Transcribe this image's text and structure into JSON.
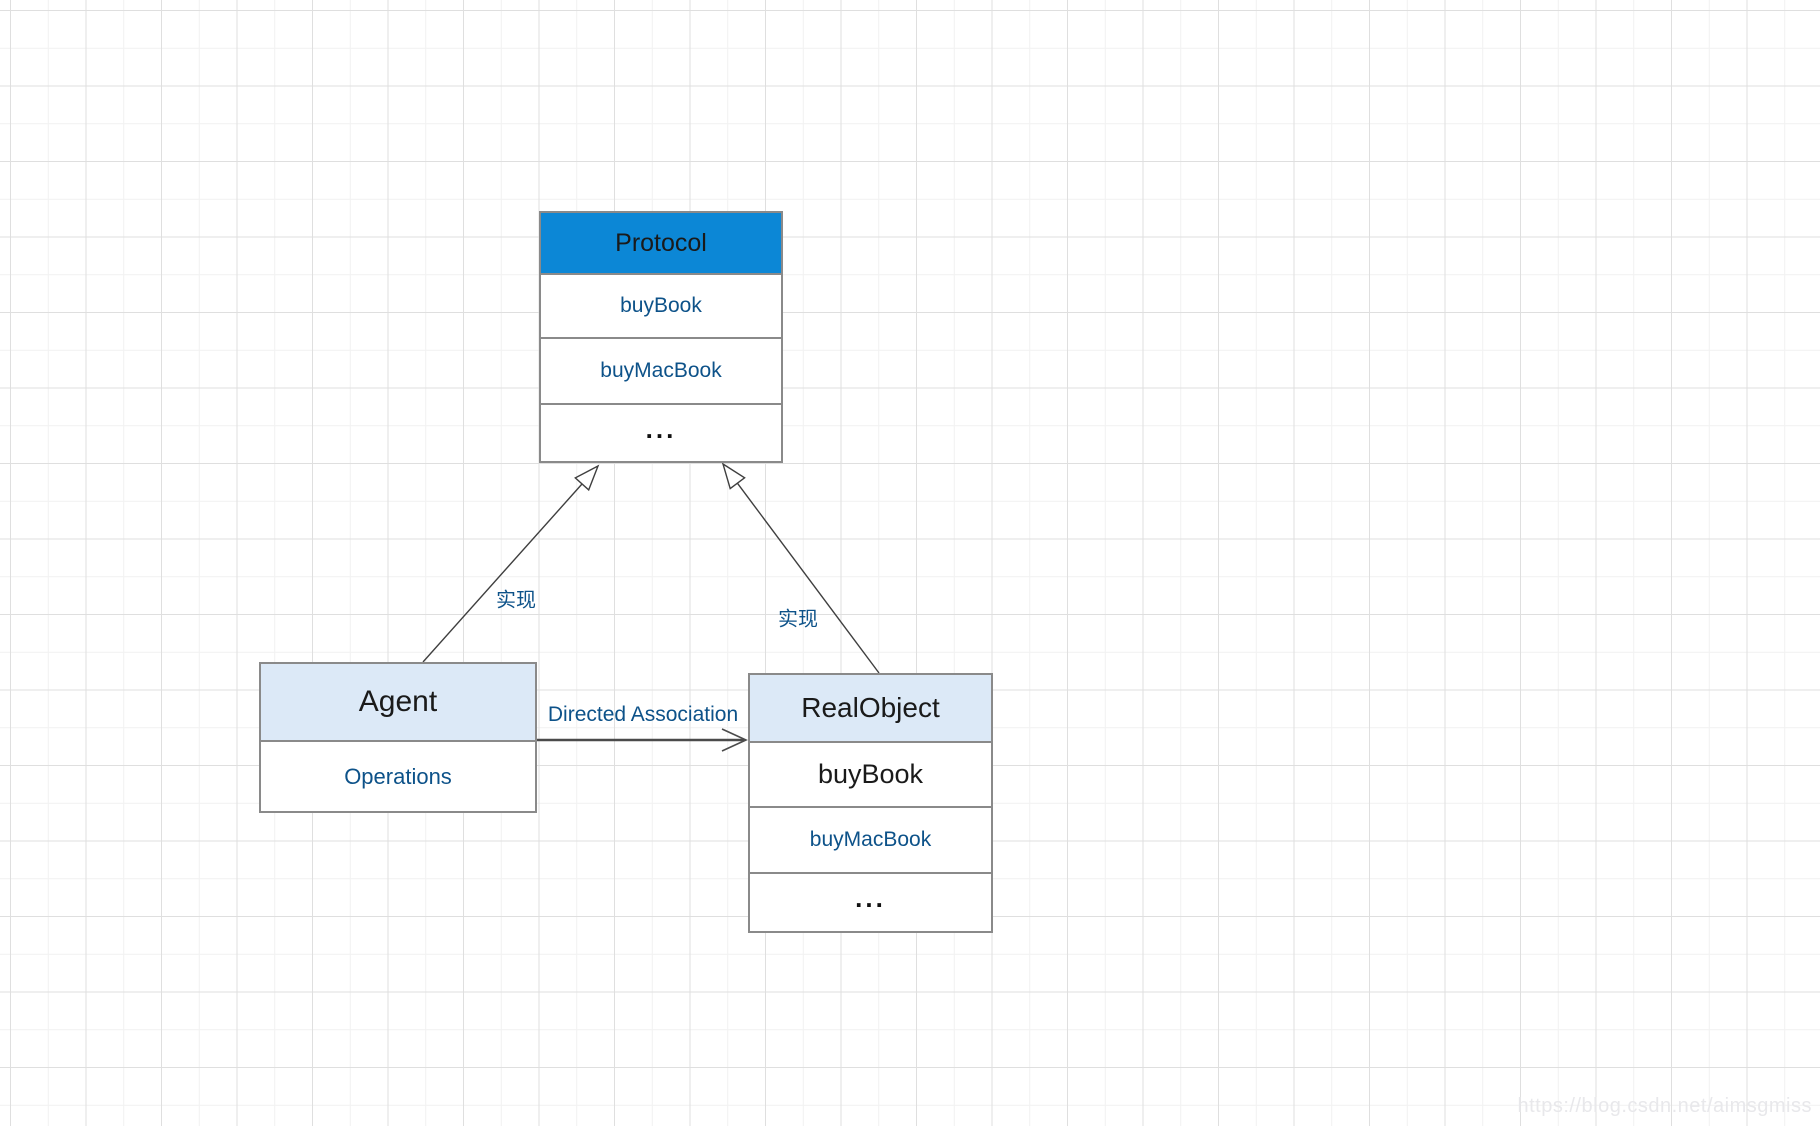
{
  "diagram": {
    "classes": [
      {
        "id": "protocol",
        "title": "Protocol",
        "header_style": "blue",
        "rows": [
          {
            "text": "buyBook",
            "color": "blue"
          },
          {
            "text": "buyMacBook",
            "color": "blue"
          },
          {
            "text": "...",
            "color": "black"
          }
        ]
      },
      {
        "id": "agent",
        "title": "Agent",
        "header_style": "light",
        "rows": [
          {
            "text": "Operations",
            "color": "blue"
          }
        ]
      },
      {
        "id": "realobject",
        "title": "RealObject",
        "header_style": "light",
        "rows": [
          {
            "text": "buyBook",
            "color": "black"
          },
          {
            "text": "buyMacBook",
            "color": "blue"
          },
          {
            "text": "...",
            "color": "black"
          }
        ]
      }
    ],
    "edges": [
      {
        "type": "realization",
        "from": "Agent",
        "to": "Protocol",
        "label": "实现"
      },
      {
        "type": "realization",
        "from": "RealObject",
        "to": "Protocol",
        "label": "实现"
      },
      {
        "type": "directed-association",
        "from": "Agent",
        "to": "RealObject",
        "label": "Directed Association"
      }
    ]
  },
  "watermark": "https://blog.csdn.net/aimsgmiss",
  "colors": {
    "header_blue": "#0c87d6",
    "header_light": "#dce9f7",
    "box_border": "#8a8a8a",
    "text_blue": "#0d5289",
    "edge_color": "#3f3f3f",
    "assoc_color": "#4b4b4b",
    "grid_minor": "#f1f1f1",
    "grid_major": "#dfdfdf",
    "watermark_color": "#e8e8eb"
  }
}
